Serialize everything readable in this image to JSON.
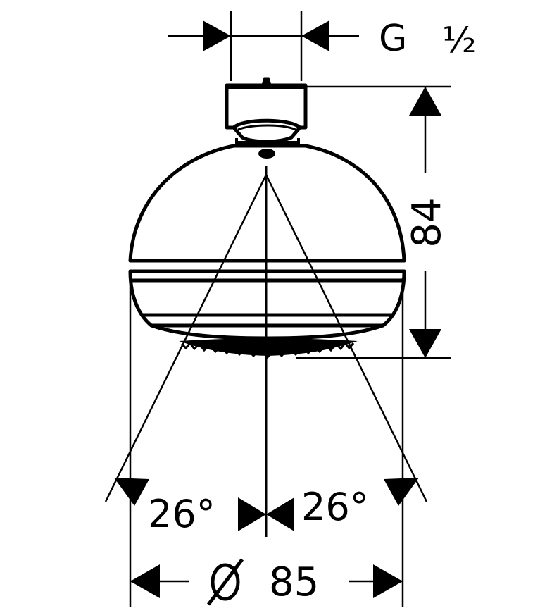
{
  "dimensions": {
    "thread_label": "G",
    "thread_fraction": "½",
    "height_label": "84",
    "diameter_symbol": "⌀",
    "diameter_value": "85",
    "angle_left": "26°",
    "angle_right": "26°"
  },
  "colors": {
    "ink": "#000000",
    "paper": "#ffffff"
  },
  "icons": {
    "arrow": "filled-triangle-arrow",
    "diameter": "diameter-symbol"
  }
}
